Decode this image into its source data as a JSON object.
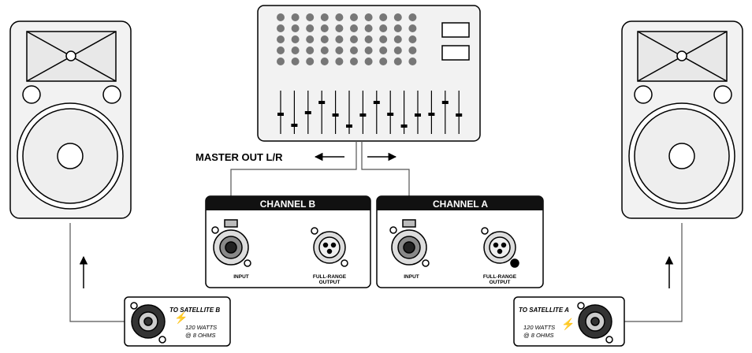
{
  "diagram": {
    "master_out_label": "MASTER OUT L/R",
    "channels": [
      {
        "title": "CHANNEL B",
        "input_label": "INPUT",
        "output_label_line1": "FULL-RANGE",
        "output_label_line2": "OUTPUT"
      },
      {
        "title": "CHANNEL A",
        "input_label": "INPUT",
        "output_label_line1": "FULL-RANGE",
        "output_label_line2": "OUTPUT"
      }
    ],
    "satellite_b": {
      "title": "TO SATELLITE B",
      "watts": "120 WATTS",
      "ohms": "@ 8 OHMS"
    },
    "satellite_a": {
      "title": "TO SATELLITE A",
      "watts": "120 WATTS",
      "ohms": "@ 8 OHMS"
    }
  }
}
